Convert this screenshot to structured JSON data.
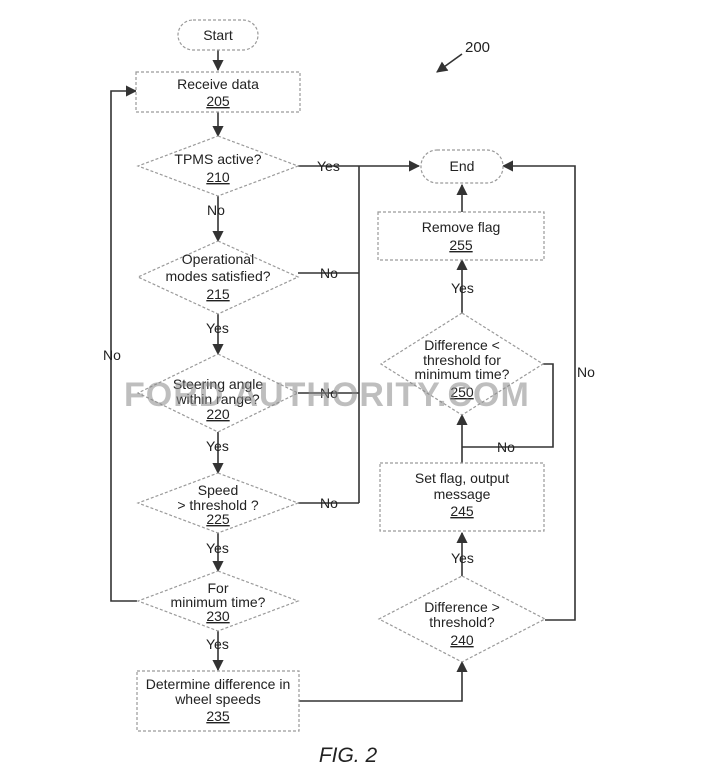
{
  "figure": {
    "reference": "200",
    "caption": "FIG. 2",
    "watermark": "FORD AUTHORITY.COM"
  },
  "nodes": {
    "start": {
      "lines": [
        "Start"
      ]
    },
    "n205": {
      "lines": [
        "Receive data"
      ],
      "num": "205"
    },
    "n210": {
      "lines": [
        "TPMS active?"
      ],
      "num": "210"
    },
    "n215": {
      "lines": [
        "Operational",
        "modes satisfied?"
      ],
      "num": "215"
    },
    "n220": {
      "lines": [
        "Steering angle",
        "within range?"
      ],
      "num": "220"
    },
    "n225": {
      "lines": [
        "Speed",
        "> threshold ?"
      ],
      "num": "225"
    },
    "n230": {
      "lines": [
        "For",
        "minimum time?"
      ],
      "num": "230"
    },
    "n235": {
      "lines": [
        "Determine difference in",
        "wheel speeds"
      ],
      "num": "235"
    },
    "n240": {
      "lines": [
        "Difference >",
        "threshold?"
      ],
      "num": "240"
    },
    "n245": {
      "lines": [
        "Set flag, output",
        "message"
      ],
      "num": "245"
    },
    "n250": {
      "lines": [
        "Difference <",
        "threshold for",
        "minimum time?"
      ],
      "num": "250"
    },
    "n255": {
      "lines": [
        "Remove flag"
      ],
      "num": "255"
    },
    "end": {
      "lines": [
        "End"
      ]
    }
  },
  "edge_labels": {
    "e210_yes": "Yes",
    "e210_no": "No",
    "e215_yes": "Yes",
    "e215_no": "No",
    "e220_yes": "Yes",
    "e220_no": "No",
    "e225_yes": "Yes",
    "e225_no": "No",
    "e230_yes": "Yes",
    "e230_no": "No",
    "e240_yes": "Yes",
    "e240_no": "No",
    "e250_yes": "Yes",
    "e250_no": "No"
  }
}
